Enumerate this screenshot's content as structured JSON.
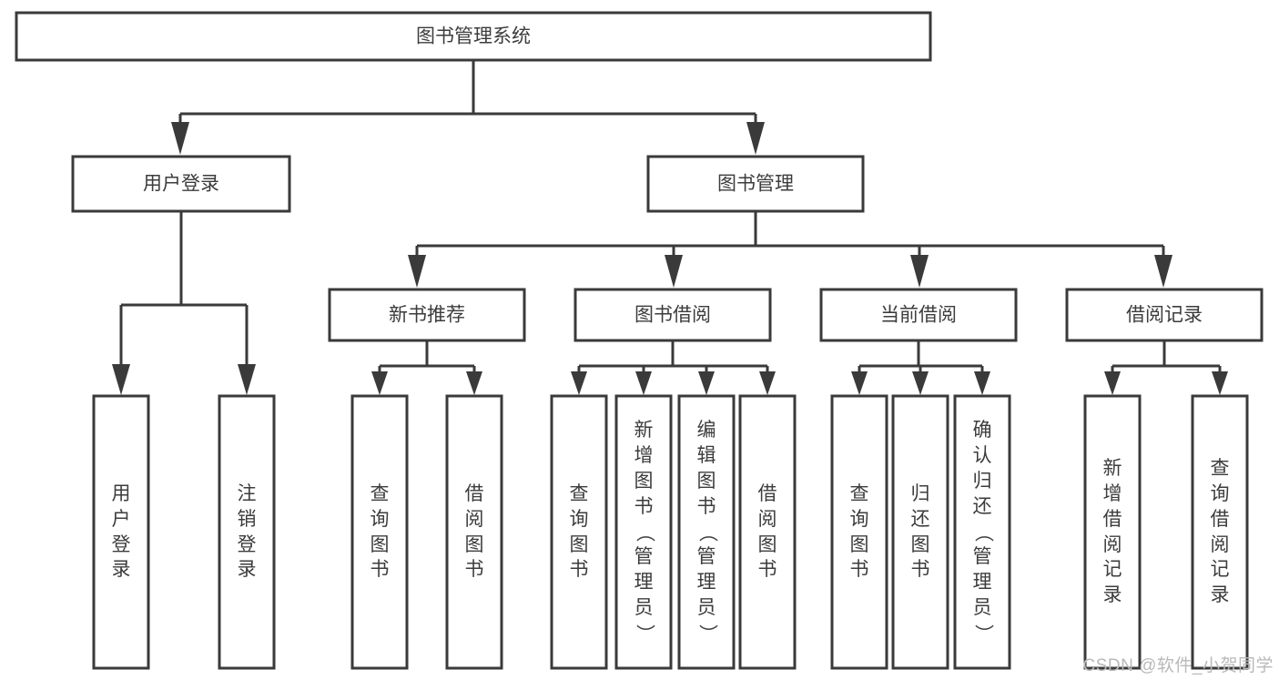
{
  "diagram": {
    "type": "tree-hierarchy",
    "title": "图书管理系统",
    "watermark": "CSDN @软件_小贺同学",
    "colors": {
      "stroke": "#3a3a3a",
      "text": "#3c3c3c",
      "background": "#ffffff",
      "watermark": "#b9b9b9"
    },
    "root": {
      "label": "图书管理系统"
    },
    "level2": [
      {
        "label": "用户登录"
      },
      {
        "label": "图书管理"
      }
    ],
    "level3": [
      {
        "label": "新书推荐"
      },
      {
        "label": "图书借阅"
      },
      {
        "label": "当前借阅"
      },
      {
        "label": "借阅记录"
      }
    ],
    "leaves": {
      "user_login": [
        {
          "label": "用户登录"
        },
        {
          "label": "注销登录"
        }
      ],
      "new_book_recommend": [
        {
          "label": "查询图书"
        },
        {
          "label": "借阅图书"
        }
      ],
      "book_borrow": [
        {
          "label": "查询图书"
        },
        {
          "label": "新增图书（管理员）"
        },
        {
          "label": "编辑图书（管理员）"
        },
        {
          "label": "借阅图书"
        }
      ],
      "current_borrow": [
        {
          "label": "查询图书"
        },
        {
          "label": "归还图书"
        },
        {
          "label": "确认归还（管理员）"
        }
      ],
      "borrow_record": [
        {
          "label": "新增借阅记录"
        },
        {
          "label": "查询借阅记录"
        }
      ]
    }
  }
}
